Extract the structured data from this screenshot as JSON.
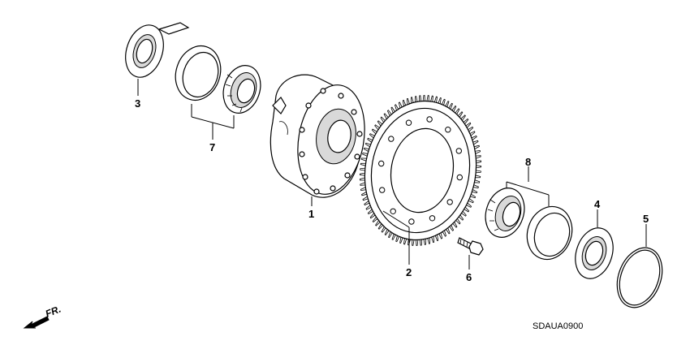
{
  "diagram": {
    "callouts": [
      {
        "id": "1",
        "label": "1"
      },
      {
        "id": "2",
        "label": "2"
      },
      {
        "id": "3",
        "label": "3"
      },
      {
        "id": "4",
        "label": "4"
      },
      {
        "id": "5",
        "label": "5"
      },
      {
        "id": "6",
        "label": "6"
      },
      {
        "id": "7",
        "label": "7"
      },
      {
        "id": "8",
        "label": "8"
      }
    ],
    "direction_label": "FR.",
    "drawing_code": "SDAUA0900"
  }
}
